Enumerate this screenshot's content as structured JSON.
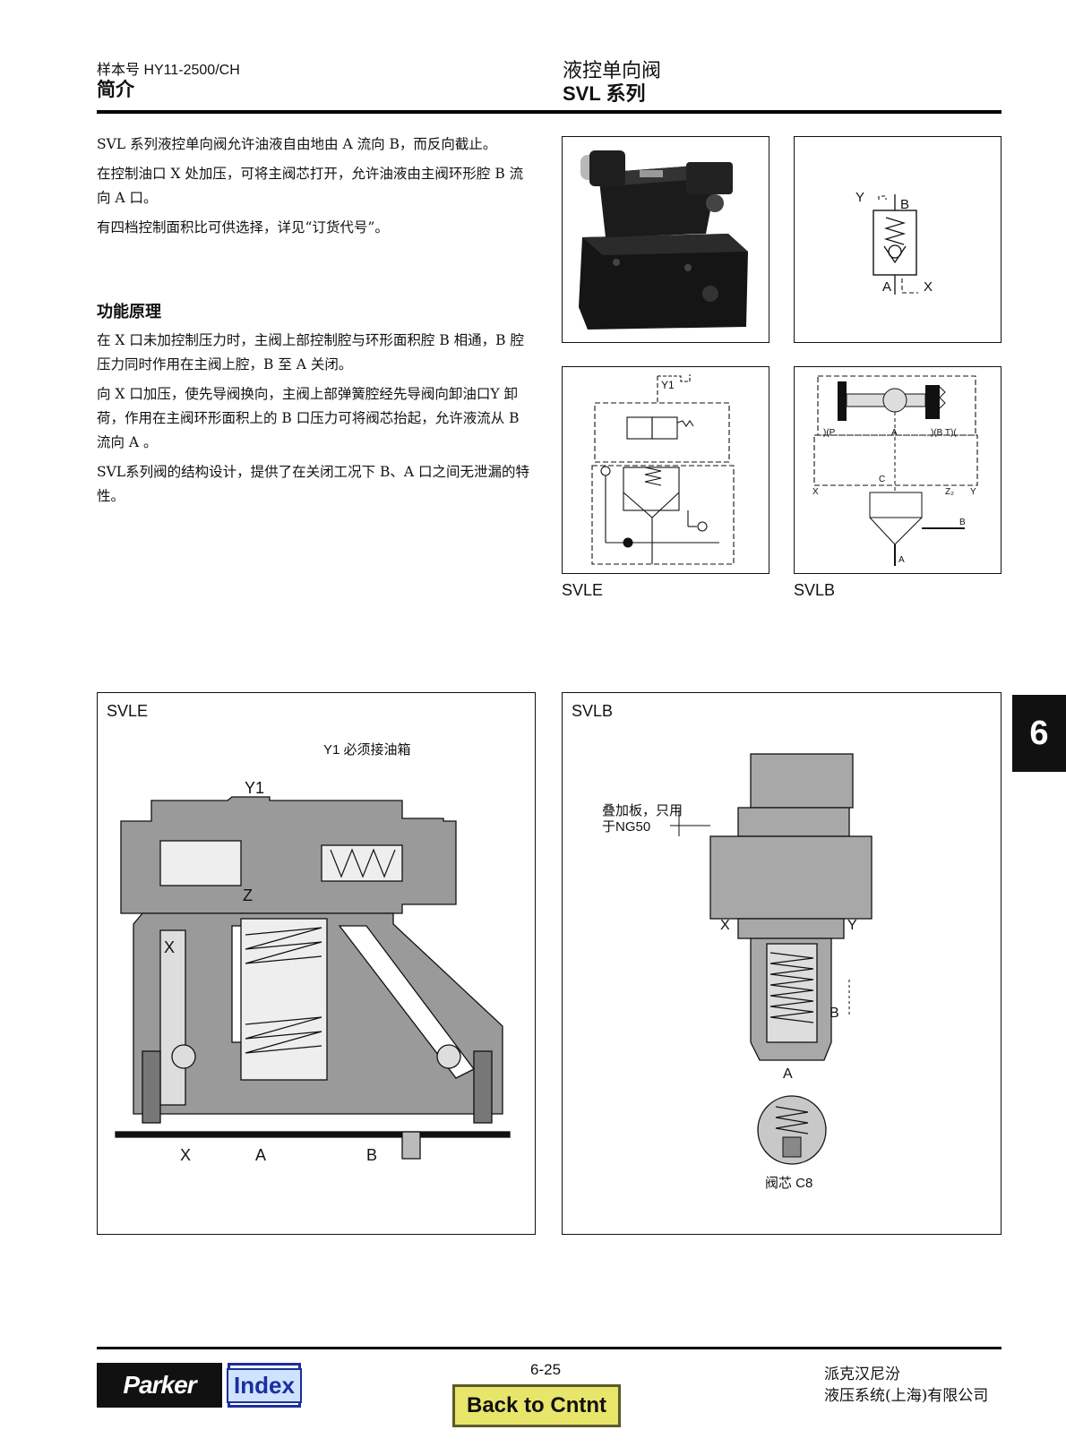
{
  "header": {
    "catalog_no": "样本号 HY11-2500/CH",
    "section": "简介",
    "title_cn": "液控单向阀",
    "title_series": "SVL 系列"
  },
  "intro": {
    "paragraphs": [
      "SVL 系列液控单向阀允许油液自由地由 A 流向 B，而反向截止。",
      "在控制油口 X 处加压，可将主阀芯打开，允许油液由主阀环形腔 B 流向 A 口。",
      "有四档控制面积比可供选择，详见“订货代号”。"
    ]
  },
  "function": {
    "heading": "功能原理",
    "paragraphs": [
      "在 X 口未加控制压力时，主阀上部控制腔与环形面积腔 B 相通，B 腔压力同时作用在主阀上腔，B 至 A 关闭。",
      "向 X 口加压，使先导阀换向，主阀上部弹簧腔经先导阀向卸油口Y 卸荷，作用在主阀环形面积上的 B 口压力可将阀芯抬起，允许液流从 B 流向 A 。",
      "SVL系列阀的结构设计，提供了在关闭工况下 B、A 口之间无泄漏的特性。"
    ]
  },
  "symbol_small": {
    "y": "Y",
    "b": "B",
    "a": "A",
    "x": "X"
  },
  "schematic_svle": {
    "caption": "SVLE",
    "y1": "Y1"
  },
  "schematic_svlb": {
    "caption": "SVLB",
    "p": ")(P",
    "a": "A",
    "bt": ")(B T)(",
    "x": "X",
    "c": "C",
    "z2": "Z₂",
    "y": "Y",
    "b": "B",
    "a_bottom": "A"
  },
  "panel_svle": {
    "title": "SVLE",
    "note": "Y1 必须接油箱",
    "y1": "Y1",
    "z": "Z",
    "x_inner": "X",
    "port_x": "X",
    "port_a": "A",
    "port_b": "B"
  },
  "panel_svlb": {
    "title": "SVLB",
    "note": "叠加板，只用于NG50",
    "x": "X",
    "y": "Y",
    "b": "B",
    "a": "A",
    "poppet": "阀芯 C8"
  },
  "side_tab": "6",
  "footer": {
    "brand": "Parker",
    "index_label": "Index",
    "page": "6-25",
    "back_label": "Back to Cntnt",
    "company_line1": "派克汉尼汾",
    "company_line2": "液压系统(上海)有限公司"
  }
}
